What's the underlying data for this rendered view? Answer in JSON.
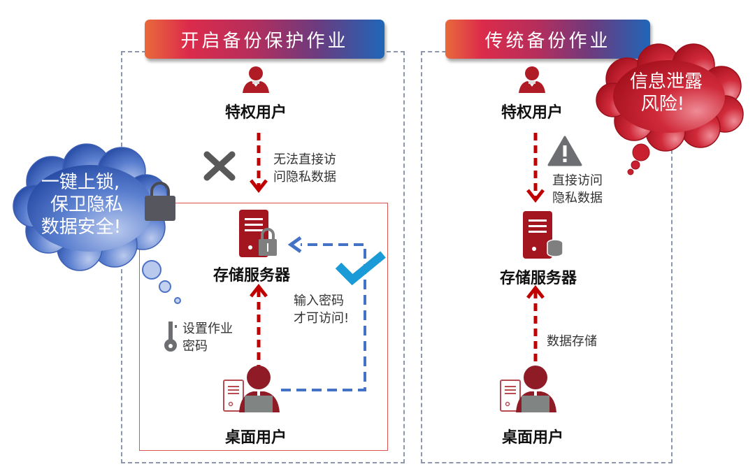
{
  "left_panel": {
    "title": "开启备份保护作业",
    "privileged_user": "特权用户",
    "blocked_note_line1": "无法直接访",
    "blocked_note_line2": "问隐私数据",
    "storage_server": "存储服务器",
    "password_note_line1": "输入密码",
    "password_note_line2": "才可访问!",
    "set_password_line1": "设置作业",
    "set_password_line2": "密码",
    "desktop_user": "桌面用户",
    "cloud": {
      "line1": "一键上锁,",
      "line2": "保卫隐私",
      "line3": "数据安全!"
    }
  },
  "right_panel": {
    "title": "传统备份作业",
    "privileged_user": "特权用户",
    "direct_note_line1": "直接访问",
    "direct_note_line2": "隐私数据",
    "storage_server": "存储服务器",
    "store_note": "数据存储",
    "desktop_user": "桌面用户",
    "cloud": {
      "line1": "信息泄露",
      "line2": "风险!"
    }
  },
  "colors": {
    "accent_red": "#a3151f",
    "arrow_red": "#c00000",
    "blue_dash": "#4472c4",
    "check_blue": "#1a9ad6",
    "icon_gray": "#6d6e71",
    "panel_border": "#8c96ad"
  }
}
